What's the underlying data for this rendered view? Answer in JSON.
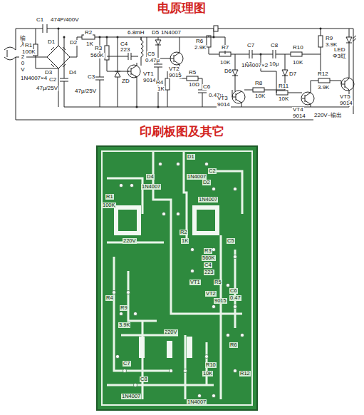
{
  "diagram": {
    "title": "电原理图",
    "labels": [
      "印刷板图及其它",
      "输入220V~",
      "C1",
      "474P/400V",
      "R1",
      "100K",
      "D1",
      "D2",
      "D3",
      "D4",
      "1N4007×4",
      "C2",
      "47μ/25V",
      "R2",
      "1K",
      "R3",
      "560K",
      "C3",
      "47μ/25V",
      "ZD",
      "C4",
      "223",
      "6.8mH",
      "D5",
      "1N4007",
      "C5",
      "0.47μ",
      "VT1",
      "9014",
      "R4",
      "1K",
      "VT2",
      "9015",
      "R5",
      "10Ω",
      "C6",
      "0.47μ",
      "R6",
      "2.9K",
      "R7",
      "10K",
      "C7",
      "10μ",
      "C8",
      "10μ",
      "R10",
      "10K",
      "R9",
      "3.9K",
      "D6",
      "1N4007×2",
      "D7",
      "VT3",
      "9014",
      "R8",
      "10K",
      "R11",
      "10K",
      "VT4",
      "9014",
      "R12",
      "3.9K",
      "LED",
      "Φ3红",
      "VT5",
      "9014",
      "220V~输出",
      "D1",
      "1N4007",
      "1N4007",
      "D4",
      "D2",
      "1N4007",
      "C2",
      "R1",
      "100K",
      "220V",
      "R2",
      "1K",
      "C5",
      "R3",
      "560K",
      "C4",
      "223",
      "VT1",
      "R4",
      "R9",
      "3.9K",
      "VT2",
      "9015",
      "C6",
      "0.47",
      "R5",
      "220V",
      "R6",
      "R12",
      "R10",
      "10K",
      "C7",
      "C8",
      "1N4007",
      "1N4007"
    ]
  }
}
